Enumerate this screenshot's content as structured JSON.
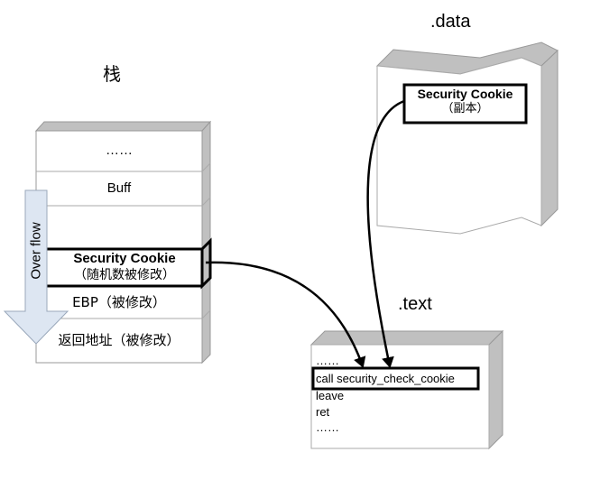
{
  "stack": {
    "title": "栈",
    "cells": [
      {
        "line1": "……"
      },
      {
        "line1": "Buff"
      },
      {
        "line1": ""
      },
      {
        "line1": "Security Cookie",
        "line2": "（随机数被修改）"
      },
      {
        "line1": "EBP（被修改）"
      },
      {
        "line1": "返回地址（被修改）"
      }
    ],
    "overflow_label": "Over flow"
  },
  "data_section": {
    "title": ".data",
    "cookie_copy": {
      "line1": "Security Cookie",
      "line2": "（副本）"
    }
  },
  "text_section": {
    "title": ".text",
    "lines": [
      "……",
      "call security_check_cookie",
      "leave",
      "ret",
      "……"
    ]
  },
  "colors": {
    "face": "#ffffff",
    "side": "#c0c0c0",
    "edge": "#999999",
    "arrow_fill": "#dde6f2",
    "arrow_stroke": "#9aa8bb",
    "highlight": "#000000"
  }
}
